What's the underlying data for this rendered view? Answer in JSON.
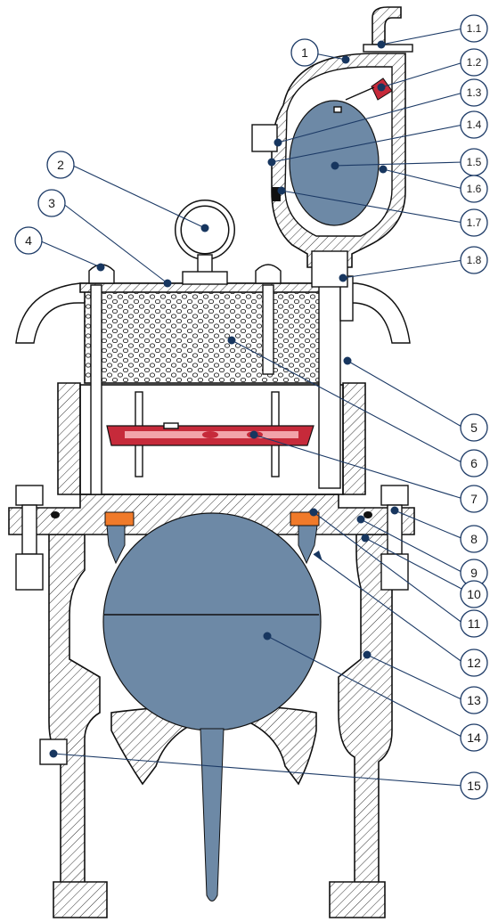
{
  "diagram": {
    "colors": {
      "float": "#6d89a6",
      "seal_orange": "#f07a2a",
      "disc_red": "#c62a3a",
      "disc_pink": "#f2a3aa",
      "callout_dot": "#17365f",
      "leader": "#1c3a66",
      "hatch": "#333333"
    },
    "callouts": [
      {
        "id": "c1",
        "label": "1"
      },
      {
        "id": "c11",
        "label": "1.1"
      },
      {
        "id": "c12",
        "label": "1.2"
      },
      {
        "id": "c13",
        "label": "1.3"
      },
      {
        "id": "c14",
        "label": "1.4"
      },
      {
        "id": "c15",
        "label": "1.5"
      },
      {
        "id": "c16",
        "label": "1.6"
      },
      {
        "id": "c17",
        "label": "1.7"
      },
      {
        "id": "c18",
        "label": "1.8"
      },
      {
        "id": "c2",
        "label": "2"
      },
      {
        "id": "c3",
        "label": "3"
      },
      {
        "id": "c4",
        "label": "4"
      },
      {
        "id": "c5",
        "label": "5"
      },
      {
        "id": "c6",
        "label": "6"
      },
      {
        "id": "c7",
        "label": "7"
      },
      {
        "id": "c8",
        "label": "8"
      },
      {
        "id": "c9",
        "label": "9"
      },
      {
        "id": "c10",
        "label": "10"
      },
      {
        "id": "c11b",
        "label": "11"
      },
      {
        "id": "c12b",
        "label": "12"
      },
      {
        "id": "c13b",
        "label": "13"
      },
      {
        "id": "c14b",
        "label": "14"
      },
      {
        "id": "c15b",
        "label": "15"
      }
    ]
  }
}
